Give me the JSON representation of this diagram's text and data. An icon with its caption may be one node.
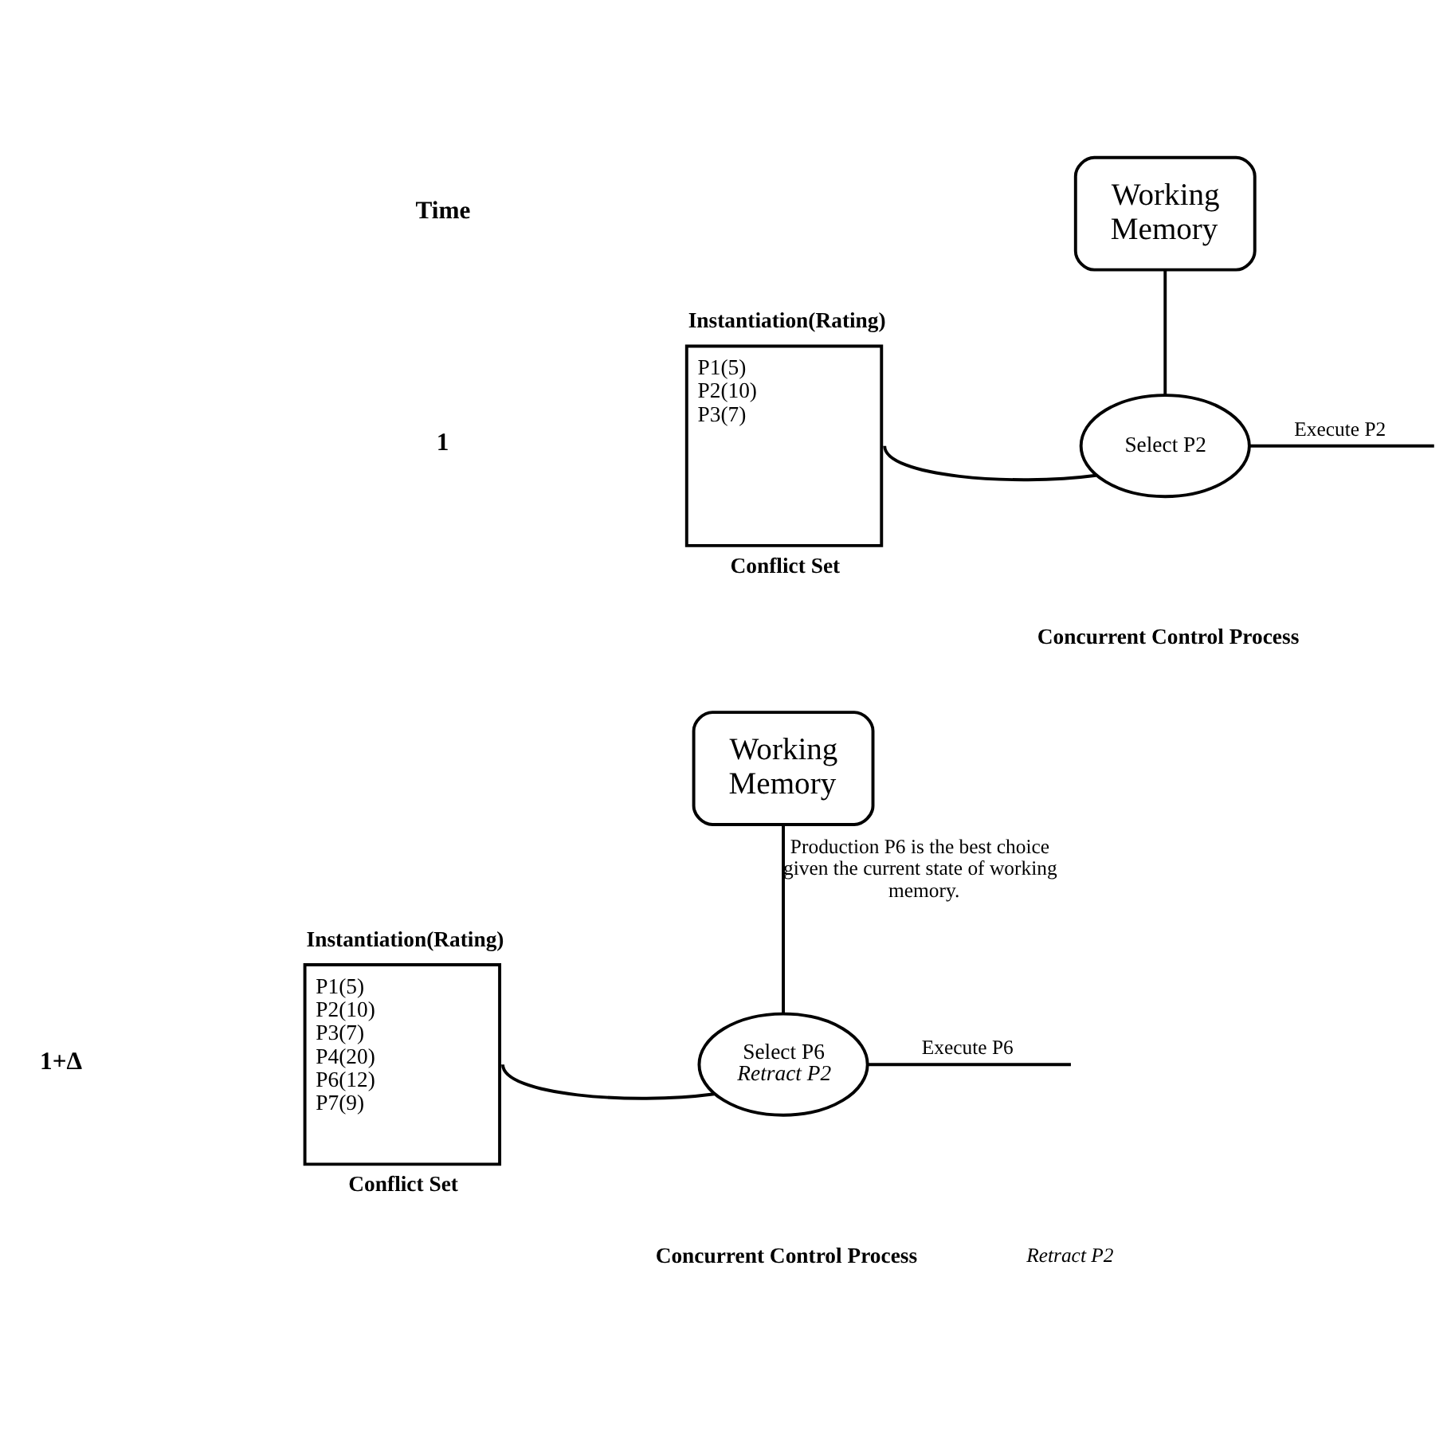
{
  "diagram": {
    "nodes": [
      {
        "text": [
          "Working Memory"
        ]
      },
      {
        "text": [
          "Instantiation(Rating)",
          "P1(5) P2(10) P3(7)"
        ],
        "beside": [
          "Conflict Set"
        ]
      },
      {
        "text": [
          "Select P2"
        ]
      },
      {
        "text": [
          "Working Memory"
        ]
      },
      {
        "text": [
          "Instantiation(Rating)",
          "P1(5) P2(10) P3(7) P4(20) P6(12) P7(9)"
        ],
        "beside": [
          "Conflict Set"
        ]
      },
      {
        "text": [
          "Select P6",
          "Retract P2"
        ]
      }
    ],
    "edges": [
      {
        "from": 0,
        "to": 2,
        "arrow": "none"
      },
      {
        "from": 1,
        "to": 2,
        "arrow": "none"
      },
      {
        "from": 2,
        "to": null,
        "arrow": "none",
        "label": "Execute P2"
      },
      {
        "from": 3,
        "to": 5,
        "arrow": "none",
        "label": "Production P6 is the best choice given the current state of working memory."
      },
      {
        "from": 4,
        "to": 5,
        "arrow": "none"
      },
      {
        "from": 5,
        "to": null,
        "arrow": "none",
        "label": "Execute P6"
      }
    ],
    "labels": [
      "Time",
      "1",
      "Concurrent Control Process",
      "1+Δ",
      "Concurrent Control Process",
      "Retract P2"
    ]
  }
}
